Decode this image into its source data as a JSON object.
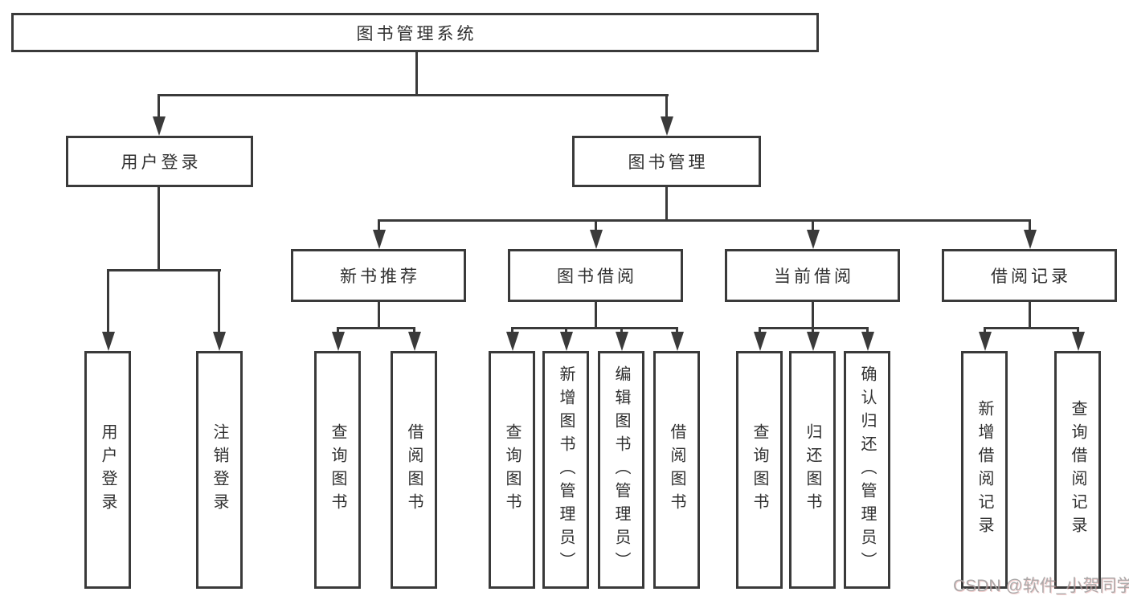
{
  "tree": {
    "root": "图书管理系统",
    "branches": [
      {
        "label": "用户登录",
        "children": [
          "用户登录",
          "注销登录"
        ]
      },
      {
        "label": "图书管理",
        "sections": [
          {
            "label": "新书推荐",
            "children": [
              "查询图书",
              "借阅图书"
            ]
          },
          {
            "label": "图书借阅",
            "children": [
              "查询图书",
              "新增图书（管理员）",
              "编辑图书（管理员）",
              "借阅图书"
            ]
          },
          {
            "label": "当前借阅",
            "children": [
              "查询图书",
              "归还图书",
              "确认归还（管理员）"
            ]
          },
          {
            "label": "借阅记录",
            "children": [
              "新增借阅记录",
              "查询借阅记录"
            ]
          }
        ]
      }
    ]
  },
  "watermark": "CSDN @软件_小贺同学",
  "colors": {
    "line": "#3a3a3a",
    "text": "#303030",
    "background": "#ffffff",
    "watermark": "#9e9e9e"
  }
}
